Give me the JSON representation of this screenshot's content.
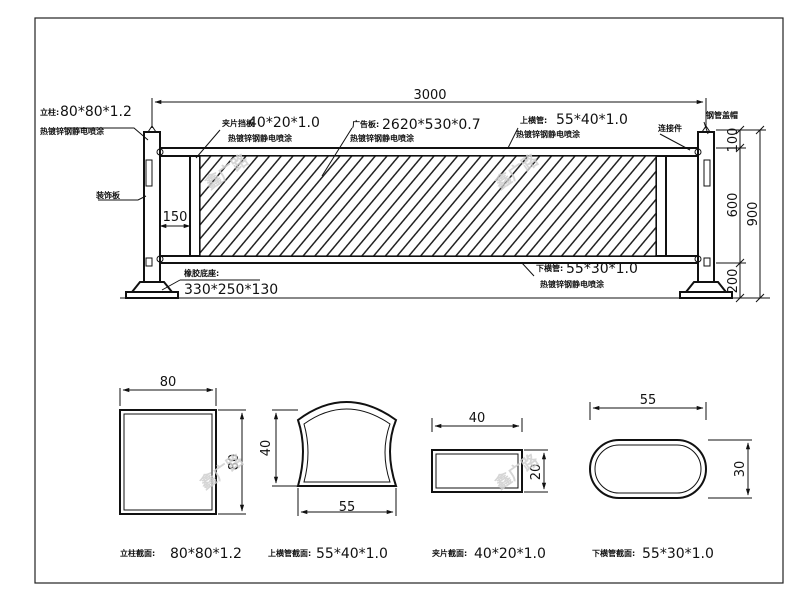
{
  "main_view": {
    "overall_length": "3000",
    "post_label": "立柱:",
    "post_spec": "80*80*1.2",
    "post_finish": "热镀锌钢静电喷涂",
    "middle_post_label": "夹片挡板",
    "middle_post_spec": "40*20*1.0",
    "middle_post_finish": "热镀锌钢静电喷涂",
    "ad_panel_label": "广告板:",
    "ad_panel_spec": "2620*530*0.7",
    "ad_panel_finish": "热镀锌钢静电喷涂",
    "upper_rail_label": "上横管:",
    "upper_rail_spec": "55*40*1.0",
    "upper_rail_finish": "热镀锌钢静电喷涂",
    "connector_label": "连接件",
    "cap_label": "钢管盖帽",
    "decor_label": "装饰板",
    "base_label": "橡胶底座:",
    "base_spec": "330*250*130",
    "lower_rail_label": "下横管:",
    "lower_rail_spec": "55*30*1.0",
    "lower_rail_finish": "热镀锌钢静电喷涂",
    "gap_dim": "150",
    "height_top": "100",
    "height_mid": "600",
    "height_bottom": "200",
    "height_total": "900"
  },
  "sections": [
    {
      "caption_cn": "立柱截面:",
      "caption_spec": "80*80*1.2",
      "width_dim": "80",
      "height_dim": "80"
    },
    {
      "caption_cn": "上横管截面:",
      "caption_spec": "55*40*1.0",
      "width_dim": "55",
      "height_dim": "40"
    },
    {
      "caption_cn": "夹片截面:",
      "caption_spec": "40*20*1.0",
      "width_dim": "40",
      "height_dim": "20"
    },
    {
      "caption_cn": "下横管截面:",
      "caption_spec": "55*30*1.0",
      "width_dim": "55",
      "height_dim": "30"
    }
  ],
  "watermark": "鑫广路"
}
